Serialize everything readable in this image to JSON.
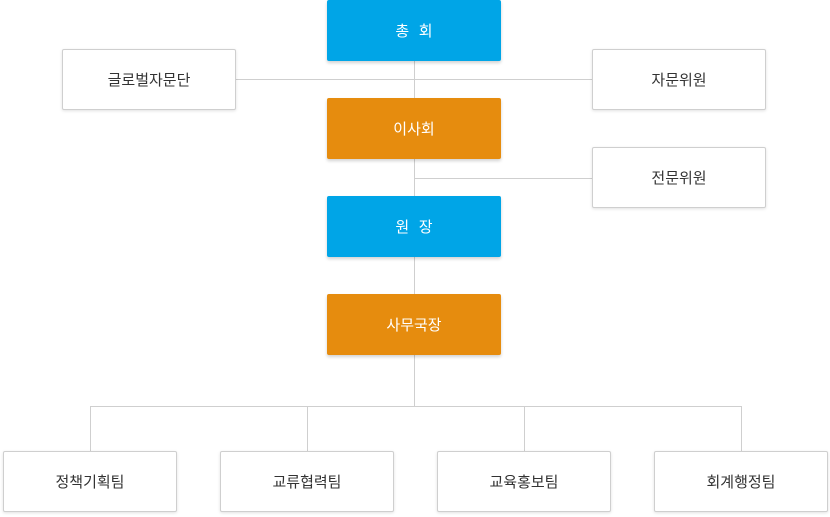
{
  "org": {
    "general_assembly": "총  회",
    "global_advisory": "글로벌자문단",
    "advisory_committee": "자문위원",
    "board": "이사회",
    "expert_committee": "전문위원",
    "director": "원  장",
    "secretary_general": "사무국장",
    "teams": [
      "정책기획팀",
      "교류협력팀",
      "교육홍보팀",
      "회계행정팀"
    ]
  },
  "colors": {
    "primary_blue": "#00a5e7",
    "accent_orange": "#e68c0e",
    "connector_gray": "#cfcfcf"
  }
}
